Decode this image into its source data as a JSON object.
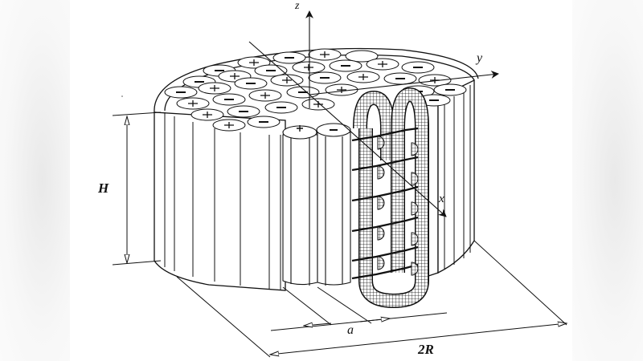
{
  "figure": {
    "subject": "Cylindrical bundle of rods with U-shaped coiled tube heater",
    "axes": {
      "z_label": "z",
      "y_label": "y",
      "x_label": "x"
    },
    "dimensions": {
      "height_label": "H",
      "pitch_label": "a",
      "diameter_label": "2R"
    },
    "rod_polarity_marks": [
      "+",
      "−"
    ],
    "colors": {
      "ink": "#111111",
      "paper": "#ffffff",
      "background_pad": "#f4f4f4"
    }
  }
}
